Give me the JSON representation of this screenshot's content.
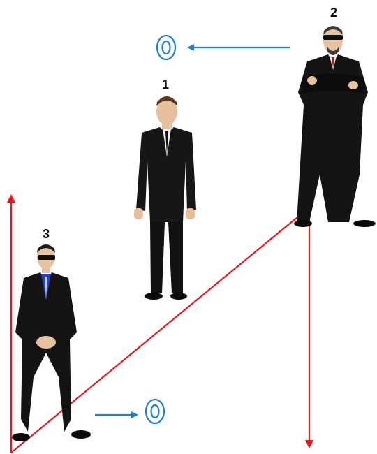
{
  "labels": {
    "figure1": "1",
    "figure2": "2",
    "figure3": "3"
  },
  "colors": {
    "blue_arrow": "#1f7fd0",
    "red_line": "#e8161b",
    "suit": "#151515",
    "skin": "#e8c3a0",
    "tie_red": "#b01818",
    "shirt_blue": "#2340c8"
  },
  "icons": {
    "top_eye": "eye-ring-icon",
    "bottom_eye": "eye-ring-icon"
  }
}
